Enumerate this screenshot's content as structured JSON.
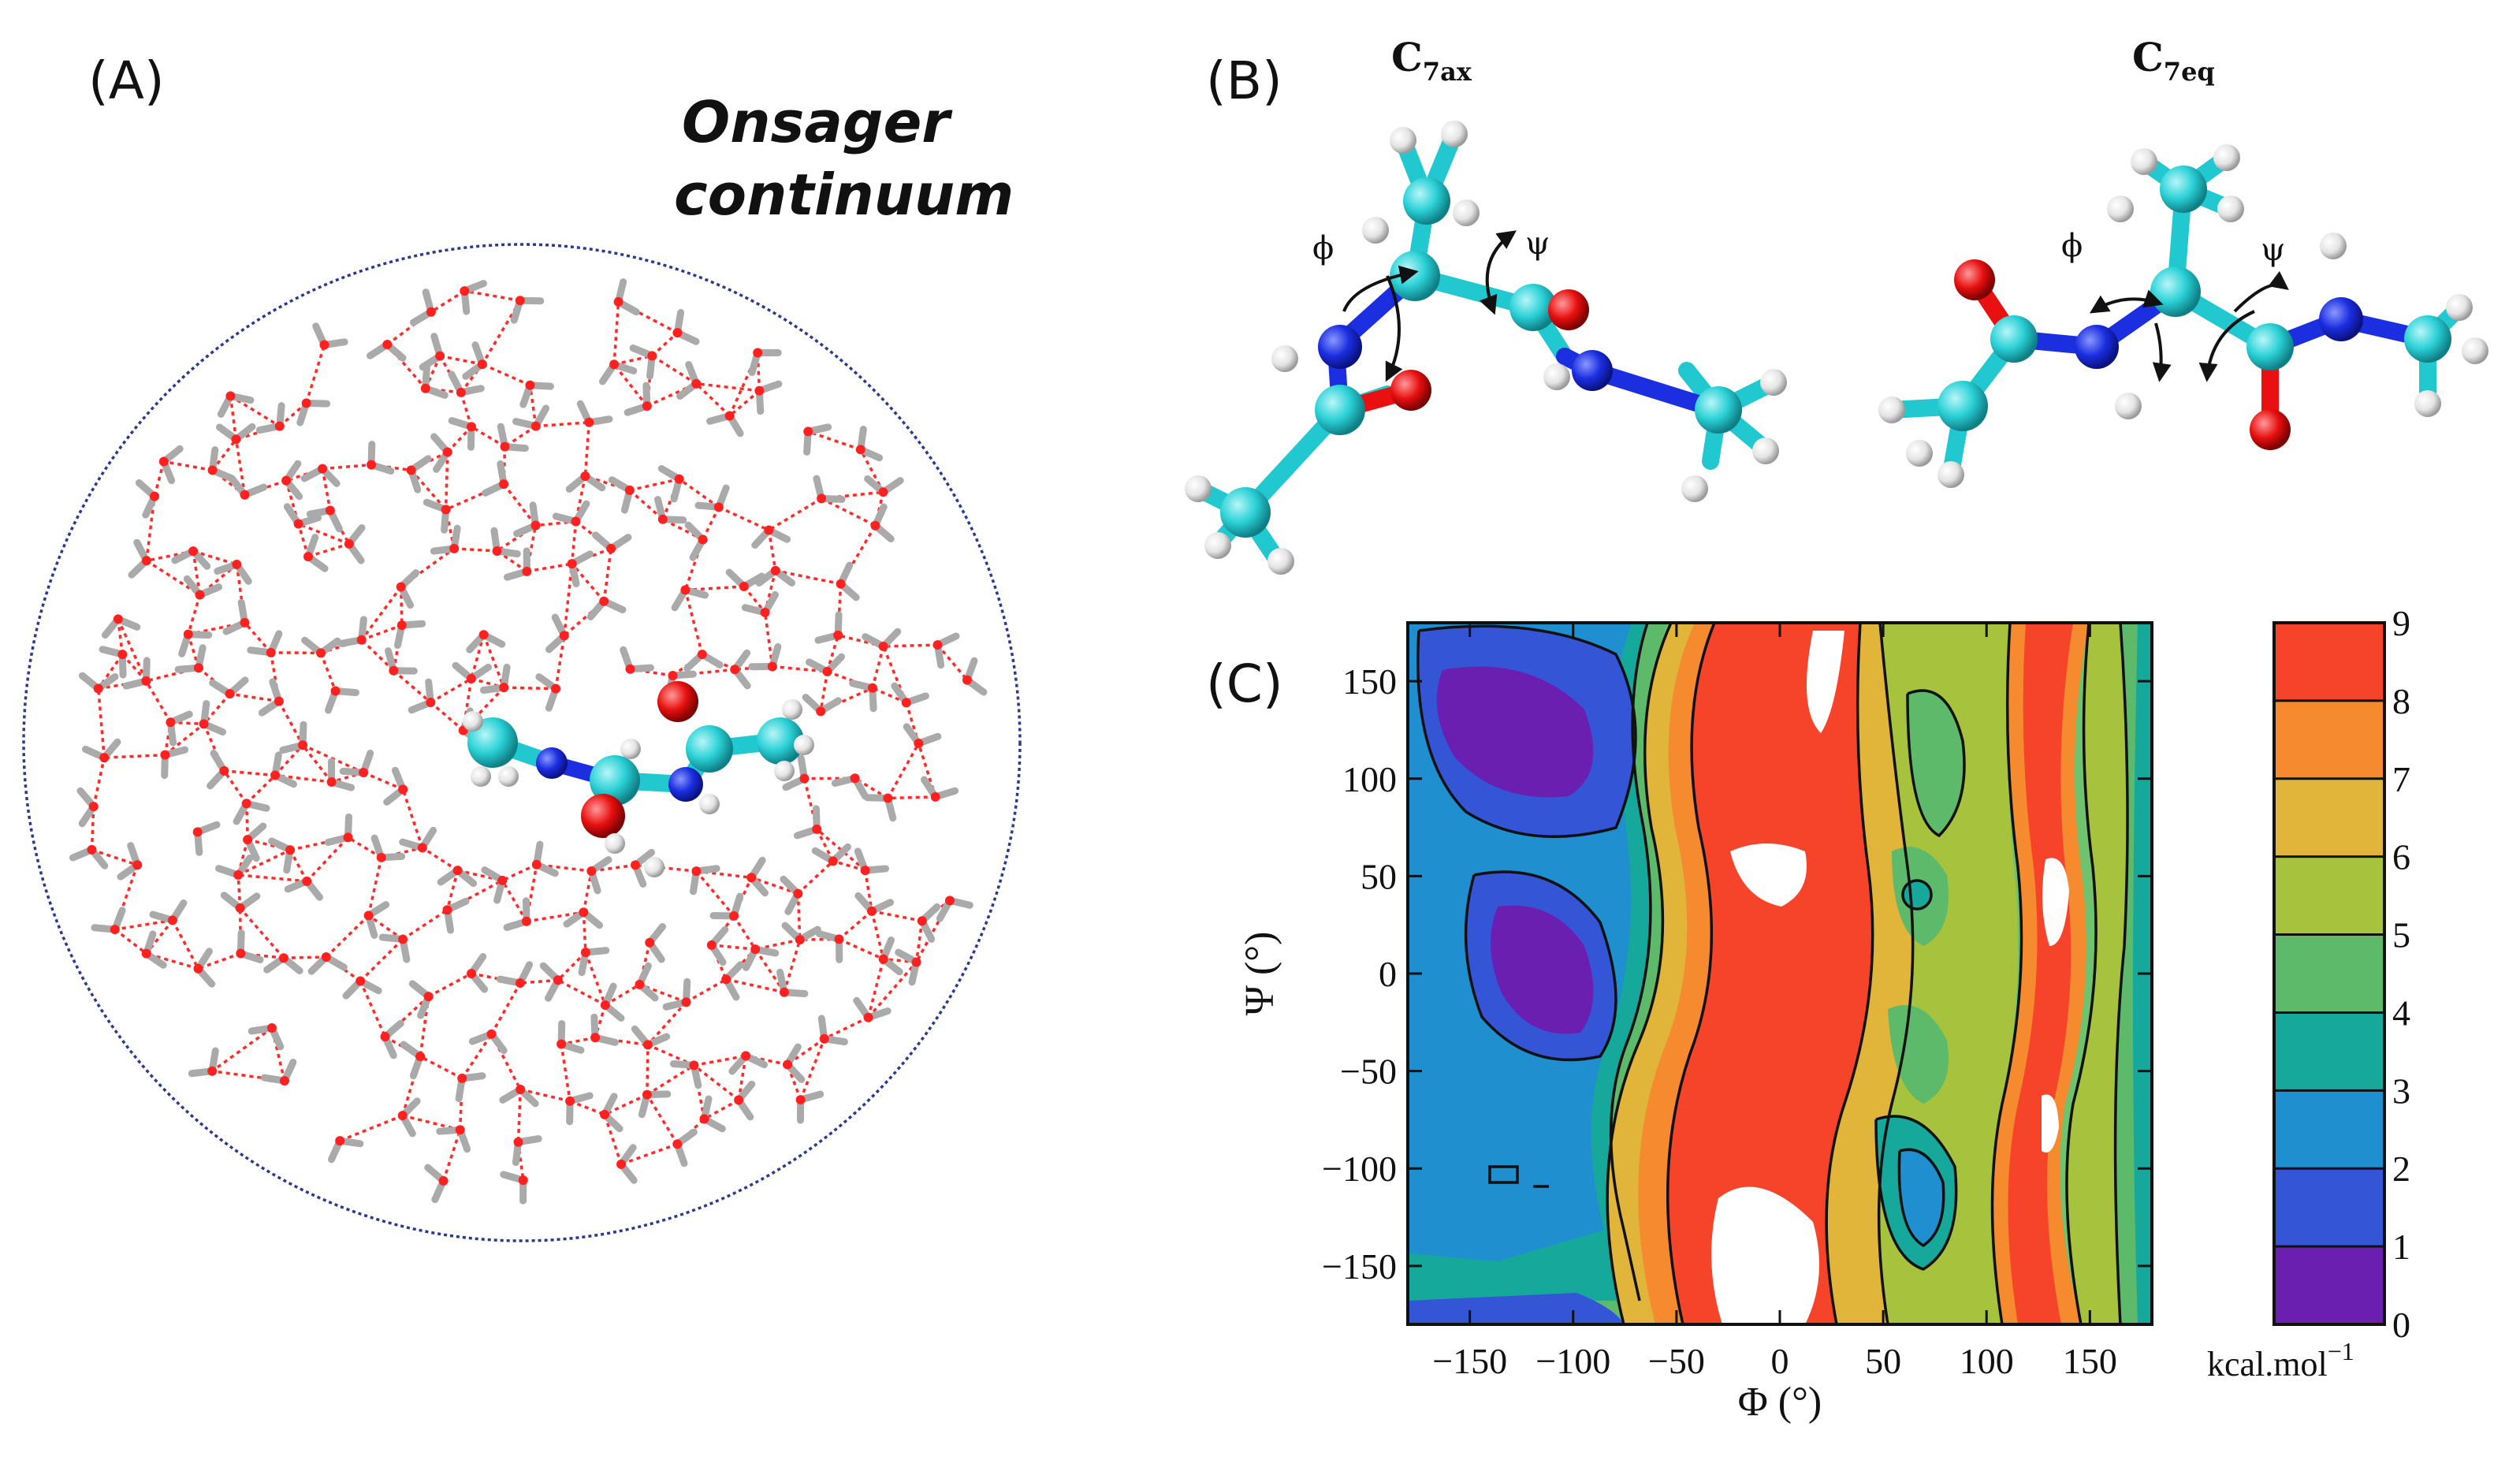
{
  "panels": {
    "a_label": "(A)",
    "b_label": "(B)",
    "c_label": "(C)"
  },
  "panel_a": {
    "onsager_line1": "Onsager",
    "onsager_line2": "continuum"
  },
  "panel_b": {
    "c7ax_main": "C",
    "c7ax_sub": "7ax",
    "c7eq_main": "C",
    "c7eq_sub": "7eq",
    "phi_symbol": "ϕ",
    "psi_symbol": "ψ"
  },
  "colors": {
    "carbon": "#2ad1d6",
    "nitrogen": "#1b2ee0",
    "oxygen": "#e81010",
    "hydrogen": "#e8e8e8",
    "bond": "#22c8cf",
    "hbond": "#ff2a2a",
    "circle": "#2b3a8a"
  },
  "chart_data": {
    "type": "heatmap",
    "xlabel": "Φ (°)",
    "ylabel": "Ψ (°)",
    "xlim": [
      -180,
      180
    ],
    "ylim": [
      -180,
      180
    ],
    "xticks": [
      -150,
      -100,
      -50,
      0,
      50,
      100,
      150
    ],
    "yticks": [
      150,
      100,
      50,
      0,
      -50,
      -100,
      -150
    ],
    "xtick_labels": [
      "−150",
      "−100",
      "−50",
      "0",
      "50",
      "100",
      "150"
    ],
    "ytick_labels": [
      "150",
      "100",
      "50",
      "0",
      "−50",
      "−100",
      "−150"
    ],
    "colorbar": {
      "ticks": [
        "9",
        "8",
        "7",
        "6",
        "5",
        "4",
        "3",
        "2",
        "1",
        "0"
      ],
      "unit": "kcal.mol",
      "unit_exp": "−1",
      "range": [
        0,
        9
      ],
      "colors": [
        "#6a1fb0",
        "#3355d6",
        "#1f8fd0",
        "#16a89a",
        "#5dba6a",
        "#a7c23c",
        "#e1b53a",
        "#f58a2e",
        "#f5442a"
      ]
    }
  }
}
